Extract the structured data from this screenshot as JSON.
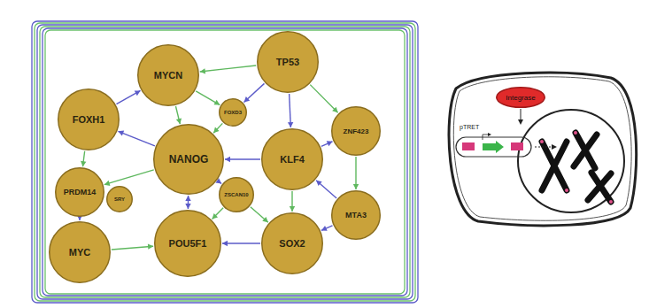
{
  "diagram": {
    "nodes": [
      {
        "text": [
          "FOXH1"
        ]
      },
      {
        "text": [
          "MYCN"
        ]
      },
      {
        "text": [
          "TP53"
        ]
      },
      {
        "text": [
          "FOXD3"
        ]
      },
      {
        "text": [
          "ZNF423"
        ]
      },
      {
        "text": [
          "NANOG"
        ]
      },
      {
        "text": [
          "KLF4"
        ]
      },
      {
        "text": [
          "PRDM14"
        ]
      },
      {
        "text": [
          "SRY"
        ]
      },
      {
        "text": [
          "ZSCAN10"
        ]
      },
      {
        "text": [
          "MTA3"
        ]
      },
      {
        "text": [
          "MYC"
        ]
      },
      {
        "text": [
          "POU5F1"
        ]
      },
      {
        "text": [
          "SOX2"
        ]
      },
      {
        "text": [
          "Integrase"
        ]
      }
    ],
    "edges": [
      {
        "from": 0,
        "to": 1,
        "arrow": "to"
      },
      {
        "from": 1,
        "to": 5,
        "arrow": "to"
      },
      {
        "from": 5,
        "to": 0,
        "arrow": "to"
      },
      {
        "from": 0,
        "to": 7,
        "arrow": "to"
      },
      {
        "from": 7,
        "to": 11,
        "arrow": "to"
      },
      {
        "from": 11,
        "to": 12,
        "arrow": "to"
      },
      {
        "from": 12,
        "to": 5,
        "arrow": "both"
      },
      {
        "from": 5,
        "to": 7,
        "arrow": "to"
      },
      {
        "from": 13,
        "to": 12,
        "arrow": "to"
      },
      {
        "from": 6,
        "to": 13,
        "arrow": "to"
      },
      {
        "from": 2,
        "to": 6,
        "arrow": "to"
      },
      {
        "from": 2,
        "to": 1,
        "arrow": "to"
      },
      {
        "from": 6,
        "to": 5,
        "arrow": "to"
      },
      {
        "from": 4,
        "to": 10,
        "arrow": "to"
      },
      {
        "from": 10,
        "to": 13,
        "arrow": "to"
      },
      {
        "from": 2,
        "to": 4,
        "arrow": "to"
      },
      {
        "from": 6,
        "to": 4,
        "arrow": "to"
      },
      {
        "from": 3,
        "to": 5,
        "arrow": "to"
      },
      {
        "from": 2,
        "to": 3,
        "arrow": "to"
      },
      {
        "from": 9,
        "to": 12,
        "arrow": "to"
      },
      {
        "from": 5,
        "to": 9,
        "arrow": "to"
      },
      {
        "from": 9,
        "to": 13,
        "arrow": "to"
      },
      {
        "from": 10,
        "to": 6,
        "arrow": "to"
      },
      {
        "from": 1,
        "to": 3,
        "arrow": "to"
      }
    ],
    "labels": [
      "pTRET"
    ]
  }
}
